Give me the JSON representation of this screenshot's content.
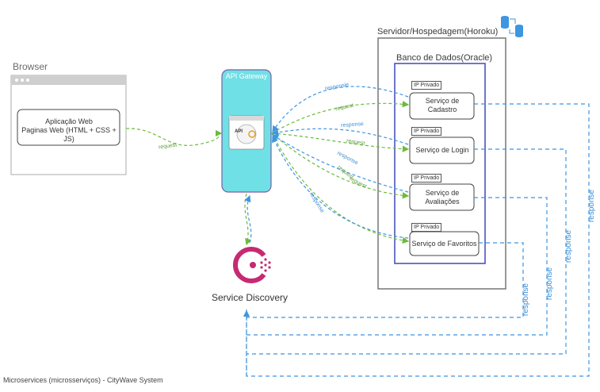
{
  "browser": {
    "title": "Browser",
    "app_text": "Aplicação Web\nPaginas Web (HTML + CSS + JS)"
  },
  "gateway": {
    "title": "API Gateway",
    "icon": "api-gear-icon",
    "icon_text": "API"
  },
  "service_discovery": {
    "label": "Service Discovery",
    "icon": "consul-icon"
  },
  "server": {
    "title": "Servidor/Hospedagem(Horoku)",
    "database_title": "Banco de Dados(Oracle)",
    "icon": "database-sync-icon",
    "services": [
      {
        "tag": "IP Privado",
        "name": "Serviço de\nCadastro"
      },
      {
        "tag": "IP Privado",
        "name": "Serviço de Login"
      },
      {
        "tag": "IP Privado",
        "name": "Serviço de\nAvaliações"
      },
      {
        "tag": "IP Privado",
        "name": "Serviço de Favoritos"
      }
    ]
  },
  "edges": {
    "request": "request",
    "response": "response",
    "responsie": "responsie"
  },
  "footer": "Microservices (microsserviços) - CityWave System",
  "colors": {
    "request": "#6cbb3c",
    "response": "#3f95e0",
    "gateway_fill": "#6ee0e6",
    "gateway_border": "#7a5ea8",
    "database_border": "#3f48b8",
    "consul": "#c62a72"
  }
}
